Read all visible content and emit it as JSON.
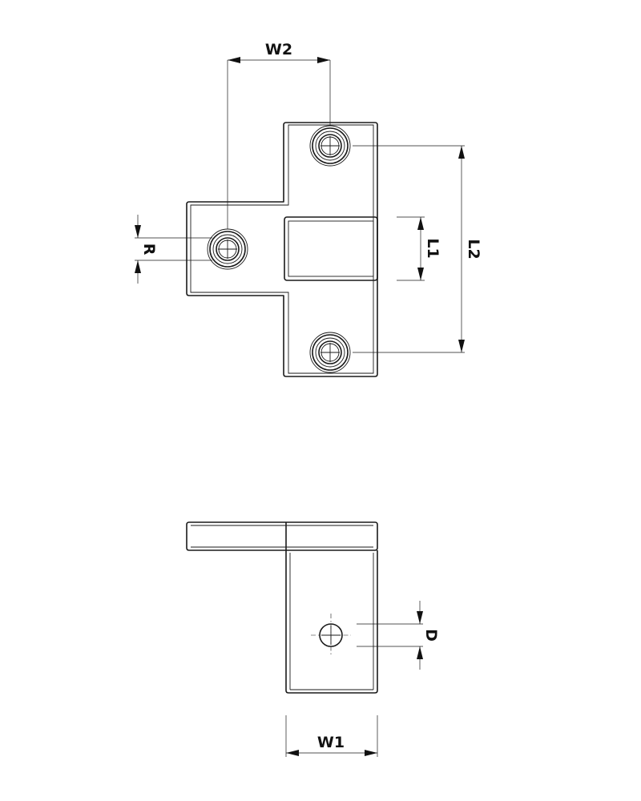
{
  "labels": {
    "w2": "W2",
    "l1": "L1",
    "l2": "L2",
    "r": "R",
    "d": "D",
    "w1": "W1"
  }
}
